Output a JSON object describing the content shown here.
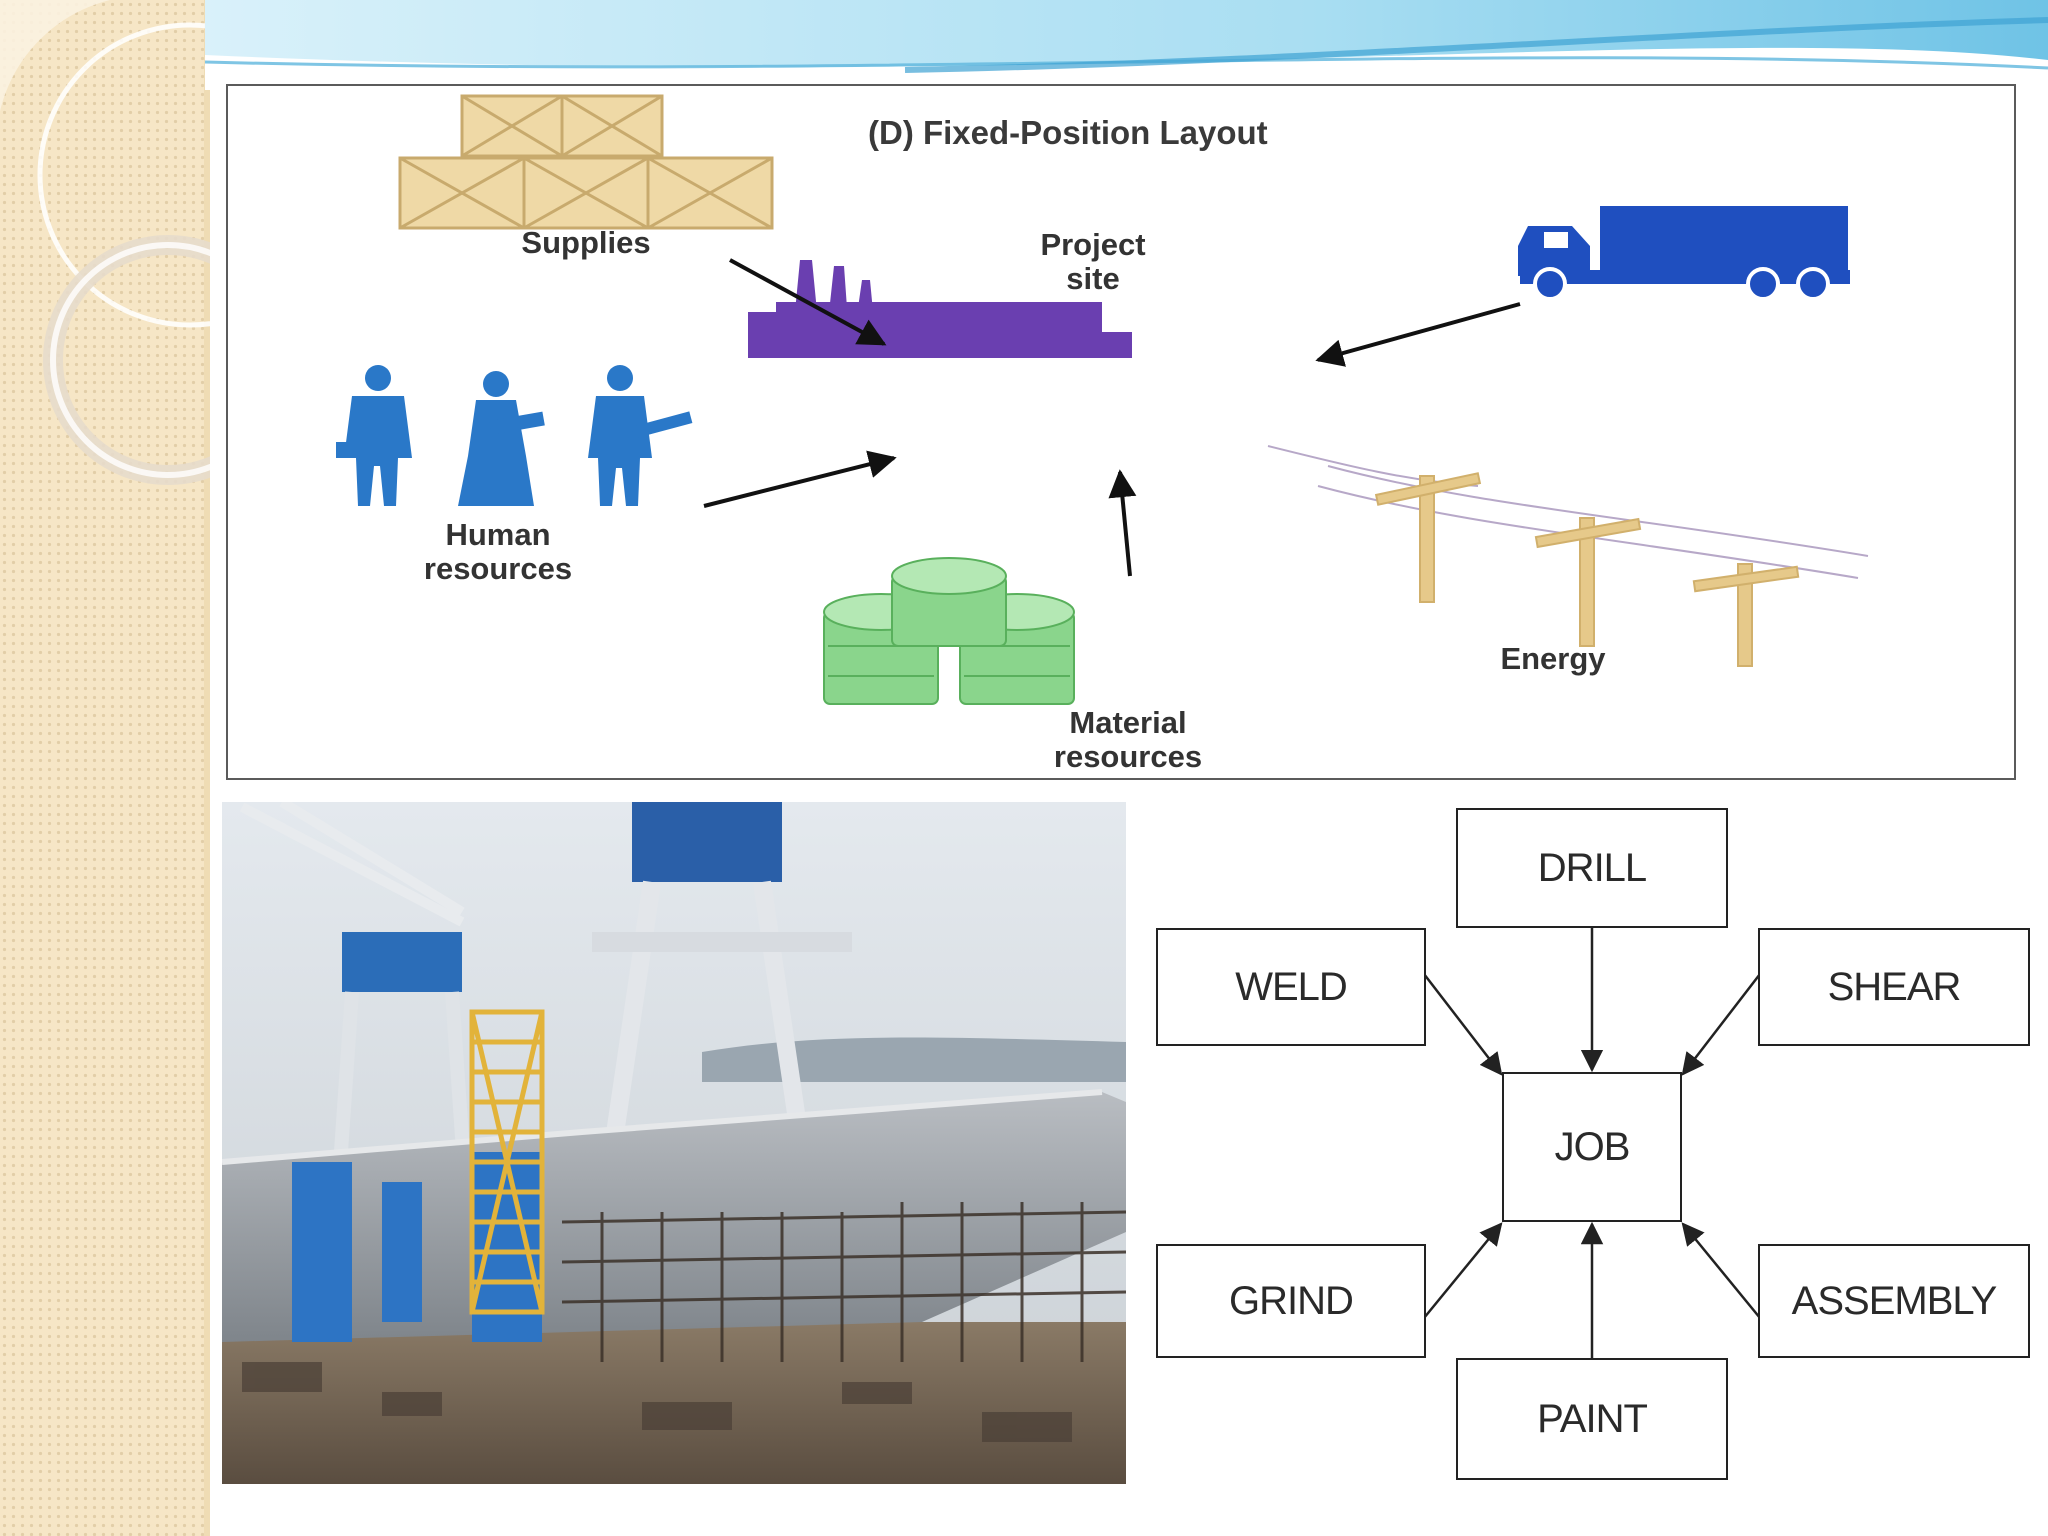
{
  "layout_figure": {
    "title": "(D) Fixed-Position Layout",
    "center": {
      "label_line1": "Project",
      "label_line2": "site"
    },
    "inputs": {
      "supplies": "Supplies",
      "human_line1": "Human",
      "human_line2": "resources",
      "material_line1": "Material",
      "material_line2": "resources",
      "energy": "Energy"
    },
    "icons": [
      "crates-icon",
      "truck-icon",
      "factory-icon",
      "people-icon",
      "barrels-icon",
      "power-lines-icon"
    ],
    "colors": {
      "factory": "#6a3fb0",
      "truck": "#1f4fbf",
      "people": "#2a78c8",
      "barrels": "#66c06a",
      "crates": "#efd9a6",
      "poles": "#e6c98a"
    }
  },
  "photo": {
    "icon": "shipyard-photo-icon"
  },
  "process_diagram": {
    "center": "JOB",
    "processes": {
      "drill": "DRILL",
      "weld": "WELD",
      "shear": "SHEAR",
      "grind": "GRIND",
      "assembly": "ASSEMBLY",
      "paint": "PAINT"
    }
  },
  "theme": {
    "left_strip": "#f6e6c6",
    "wave": "#7cc9e8"
  }
}
